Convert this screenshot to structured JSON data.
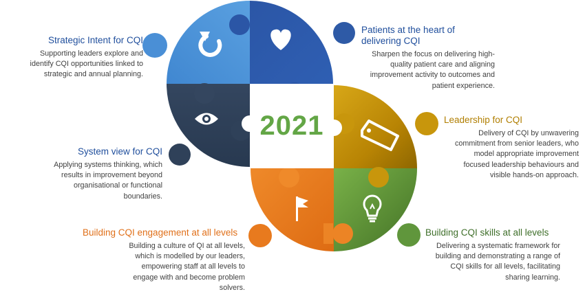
{
  "center": {
    "year": "2021"
  },
  "colors": {
    "blue_light": "#4a8fd6",
    "blue_dark": "#2e5aa6",
    "navy": "#2f4159",
    "gold": "#c08e08",
    "orange": "#e87a1e",
    "green": "#60963c",
    "year_green": "#63a646",
    "title_blue": "#1f4e9c",
    "title_gold": "#b07e00",
    "title_orange": "#e0701a",
    "title_green": "#3f6f2a"
  },
  "icons": {
    "top_left": "refresh-icon",
    "top_right": "heart-icon",
    "mid_left": "eye-icon",
    "mid_right": "tag-icon",
    "bottom_left": "flag-icon",
    "bottom_right": "lightbulb-icon"
  },
  "sections": {
    "strategic": {
      "title": "Strategic Intent for CQI",
      "lines": [
        "Supporting leaders explore and",
        "identify CQI opportunities linked to",
        "strategic and annual planning."
      ]
    },
    "patients": {
      "title_lines": [
        "Patients at the heart of",
        "delivering CQI"
      ],
      "lines": [
        "Sharpen the focus on delivering high-",
        "quality patient care  and aligning",
        "improvement activity to outcomes and",
        "patient experience."
      ]
    },
    "leadership": {
      "title": "Leadership for CQI",
      "lines": [
        "Delivery of CQI by unwavering",
        "commitment from senior leaders, who",
        "model appropriate improvement",
        "focused leadership behaviours and",
        "visible hands-on approach."
      ]
    },
    "system": {
      "title": "System view for CQI",
      "lines": [
        "Applying systems thinking, which",
        "results in improvement beyond",
        "organisational or functional",
        "boundaries."
      ]
    },
    "engagement": {
      "title": "Building CQI engagement at all levels",
      "lines": [
        "Building a culture of QI at all levels,",
        "which is modelled by our leaders,",
        "empowering staff at all levels to",
        "engage with and become problem",
        "solvers."
      ]
    },
    "skills": {
      "title": "Building CQI skills at all levels",
      "lines": [
        "Delivering a systematic framework for",
        "building  and demonstrating a range of",
        "CQI skills for all levels, facilitating",
        "sharing learning."
      ]
    }
  }
}
